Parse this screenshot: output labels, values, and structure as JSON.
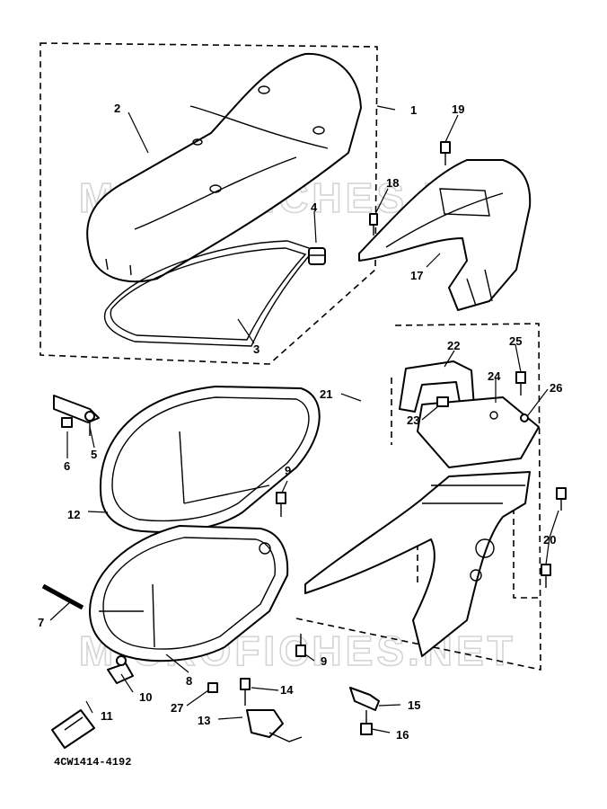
{
  "watermark": {
    "upper": "MICROFICHES.NET",
    "lower": "MICROFICHES.NET"
  },
  "diagram_code": "4CW1414-4192",
  "callouts": [
    {
      "id": "c1",
      "label": "1"
    },
    {
      "id": "c2",
      "label": "2"
    },
    {
      "id": "c3",
      "label": "3"
    },
    {
      "id": "c4",
      "label": "4"
    },
    {
      "id": "c5",
      "label": "5"
    },
    {
      "id": "c6",
      "label": "6"
    },
    {
      "id": "c7",
      "label": "7"
    },
    {
      "id": "c8",
      "label": "8"
    },
    {
      "id": "c9a",
      "label": "9"
    },
    {
      "id": "c9b",
      "label": "9"
    },
    {
      "id": "c10",
      "label": "10"
    },
    {
      "id": "c11",
      "label": "11"
    },
    {
      "id": "c12",
      "label": "12"
    },
    {
      "id": "c13",
      "label": "13"
    },
    {
      "id": "c14",
      "label": "14"
    },
    {
      "id": "c15",
      "label": "15"
    },
    {
      "id": "c16",
      "label": "16"
    },
    {
      "id": "c17",
      "label": "17"
    },
    {
      "id": "c18",
      "label": "18"
    },
    {
      "id": "c19",
      "label": "19"
    },
    {
      "id": "c20",
      "label": "20"
    },
    {
      "id": "c21",
      "label": "21"
    },
    {
      "id": "c22",
      "label": "22"
    },
    {
      "id": "c23",
      "label": "23"
    },
    {
      "id": "c24",
      "label": "24"
    },
    {
      "id": "c25",
      "label": "25"
    },
    {
      "id": "c26",
      "label": "26"
    },
    {
      "id": "c27",
      "label": "27"
    }
  ]
}
